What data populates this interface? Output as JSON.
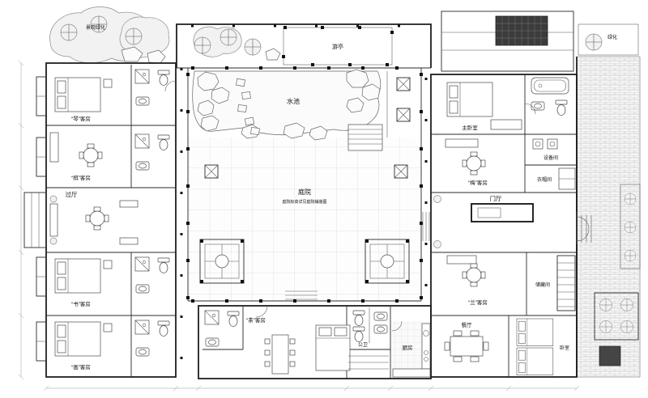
{
  "labels": {
    "pavilion": "游亭",
    "pond": "水池",
    "courtyard": "庭院",
    "courtyard_note": "庭院标高详见庭院铺装图",
    "passage_hall": "过厅",
    "entrance_hall": "门厅",
    "guest_qin": "“琴”客房",
    "guest_qi": "“棋”客房",
    "guest_shu": "“书”客房",
    "guest_hua": "“画”客房",
    "guest_cha": "“茶”客房",
    "guest_mei": "“梅”客房",
    "guest_lan": "“兰”客房",
    "master_bedroom": "主卧室",
    "equipment_room": "设备间",
    "cloakroom": "衣帽间",
    "storage_room": "储藏间",
    "dining_room": "餐厅",
    "bedroom": "卧室",
    "kitchen": "厨房",
    "public_wc": "公卫",
    "greenery": "绿化",
    "landscape": "景观绿化"
  },
  "colors": {
    "line": "#1f1f1f",
    "light_line": "#888888",
    "fill_light": "#f2f2f2",
    "dark_block": "#3b3b3b",
    "grid": "#cccccc"
  }
}
